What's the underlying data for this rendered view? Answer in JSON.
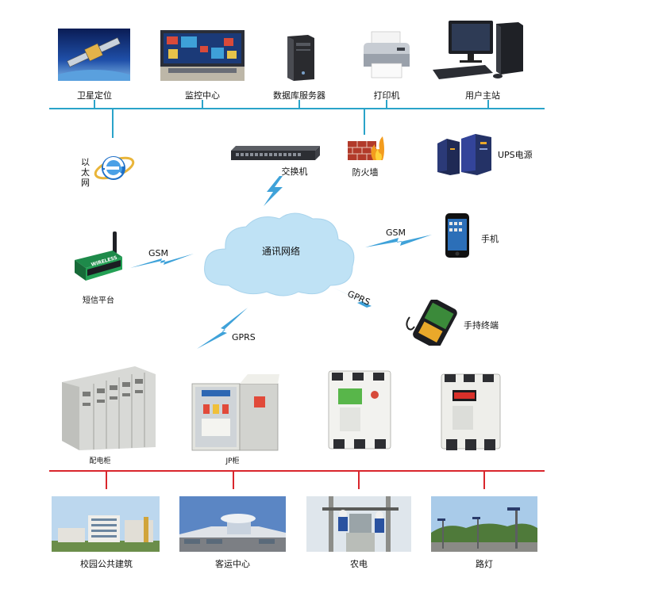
{
  "top_row": {
    "satellite": "卫星定位",
    "monitor": "监控中心",
    "db_server": "数据库服务器",
    "printer": "打印机",
    "user_station": "用户主站"
  },
  "network": {
    "ethernet": "以\n太\n网",
    "switch": "交换机",
    "firewall": "防火墙",
    "ups": "UPS电源",
    "cloud": "通讯网络",
    "sms_platform": "短信平台",
    "phone": "手机",
    "handheld": "手持终端",
    "gsm_left": "GSM",
    "gsm_right": "GSM",
    "gprs_right": "GPRS",
    "gprs_bottom": "GPRS",
    "modem_brand": "WIRELESS"
  },
  "devices": {
    "distribution_cabinet": "配电柜",
    "jp_cabinet": "JP柜"
  },
  "bottom_row": {
    "campus": "校园公共建筑",
    "bus_center": "客运中心",
    "rural_power": "农电",
    "street_light": "路灯"
  },
  "colors": {
    "top_bus": "#2aa3c9",
    "bottom_bus": "#d9262c",
    "cloud": "#bfe2f5",
    "lightning": "#3fa2d9"
  }
}
